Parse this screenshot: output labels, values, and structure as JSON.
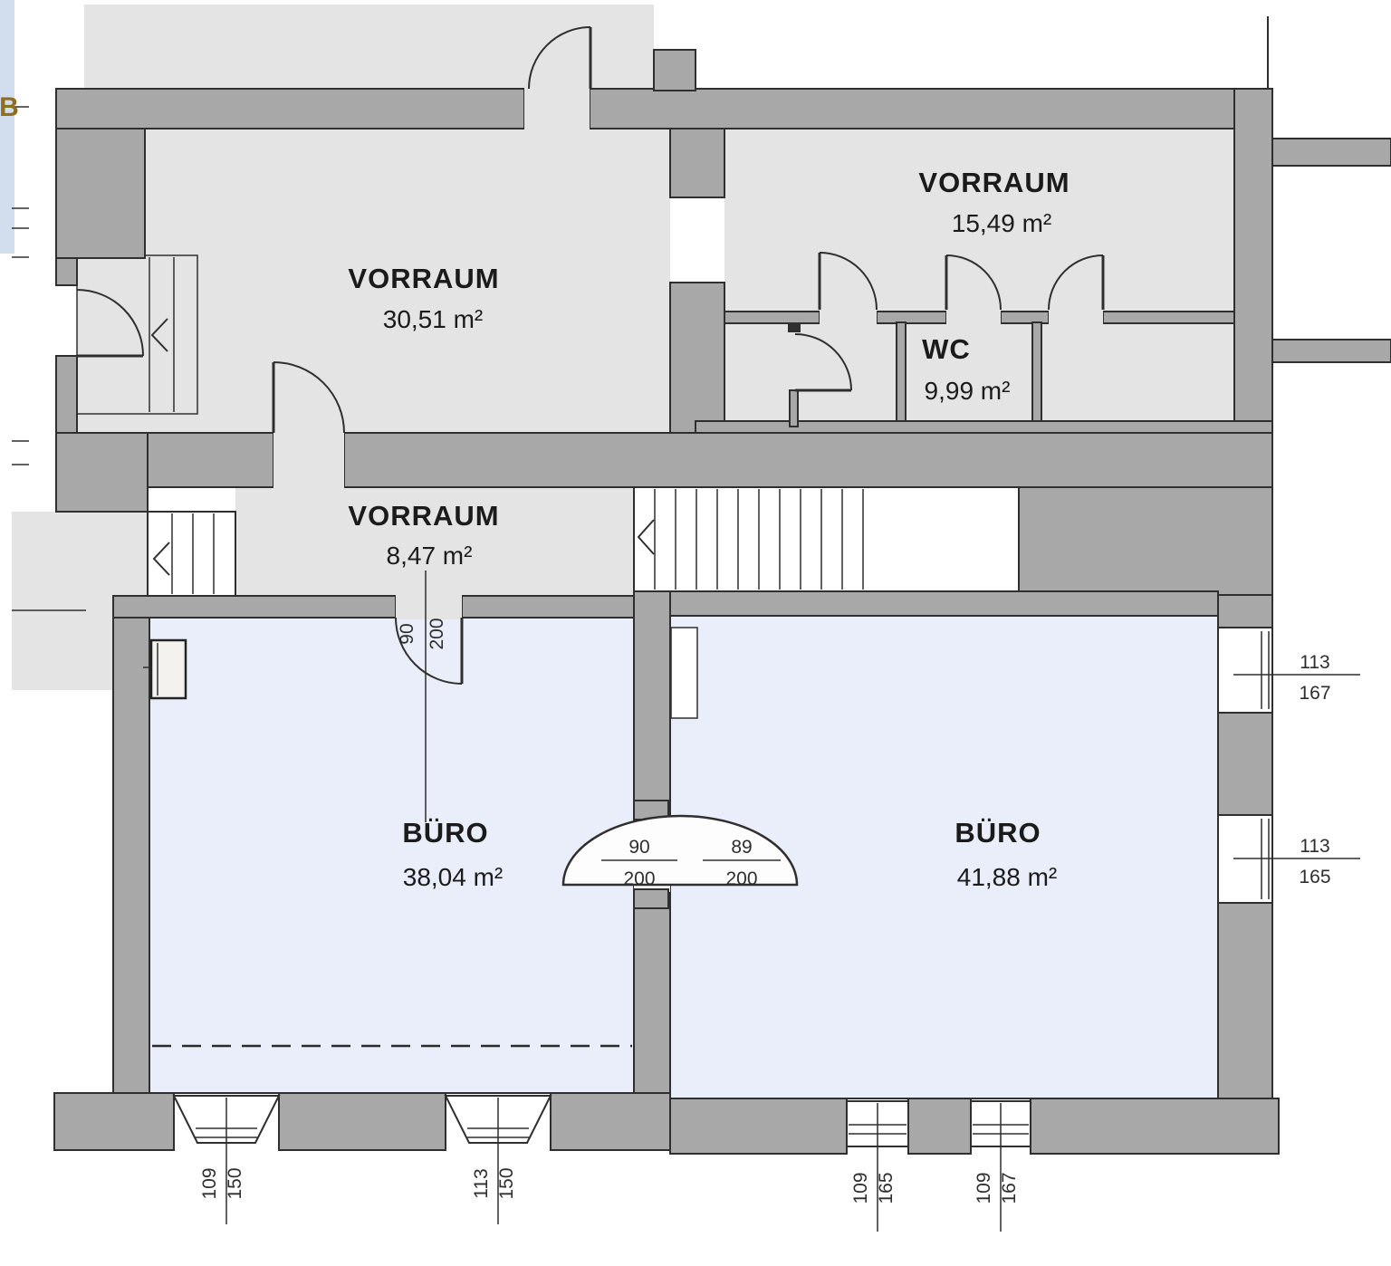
{
  "plan": {
    "title": "floor-plan",
    "colors": {
      "wall": "#a8a8a8",
      "room_gray": "#e4e4e4",
      "room_office": "#e9eefa",
      "outline": "#2f2f2f"
    },
    "rooms": [
      {
        "name": "VORRAUM",
        "area": "30,51 m²"
      },
      {
        "name": "VORRAUM",
        "area": "15,49 m²"
      },
      {
        "name": "WC",
        "area": "9,99 m²"
      },
      {
        "name": "VORRAUM",
        "area": "8,47 m²"
      },
      {
        "name": "BÜRO",
        "area": "38,04 m²"
      },
      {
        "name": "BÜRO",
        "area": "41,88 m²"
      }
    ],
    "dims": {
      "door_corridor": {
        "w": "90",
        "h": "200"
      },
      "double_door": [
        {
          "w": "90",
          "h": "200"
        },
        {
          "w": "89",
          "h": "200"
        }
      ],
      "windows_right": [
        {
          "w": "113",
          "h": "167"
        },
        {
          "w": "113",
          "h": "165"
        }
      ],
      "windows_bottom": [
        {
          "w": "109",
          "h": "150"
        },
        {
          "w": "113",
          "h": "150"
        },
        {
          "w": "109",
          "h": "165"
        },
        {
          "w": "109",
          "h": "167"
        }
      ]
    },
    "edge_label": "B"
  }
}
